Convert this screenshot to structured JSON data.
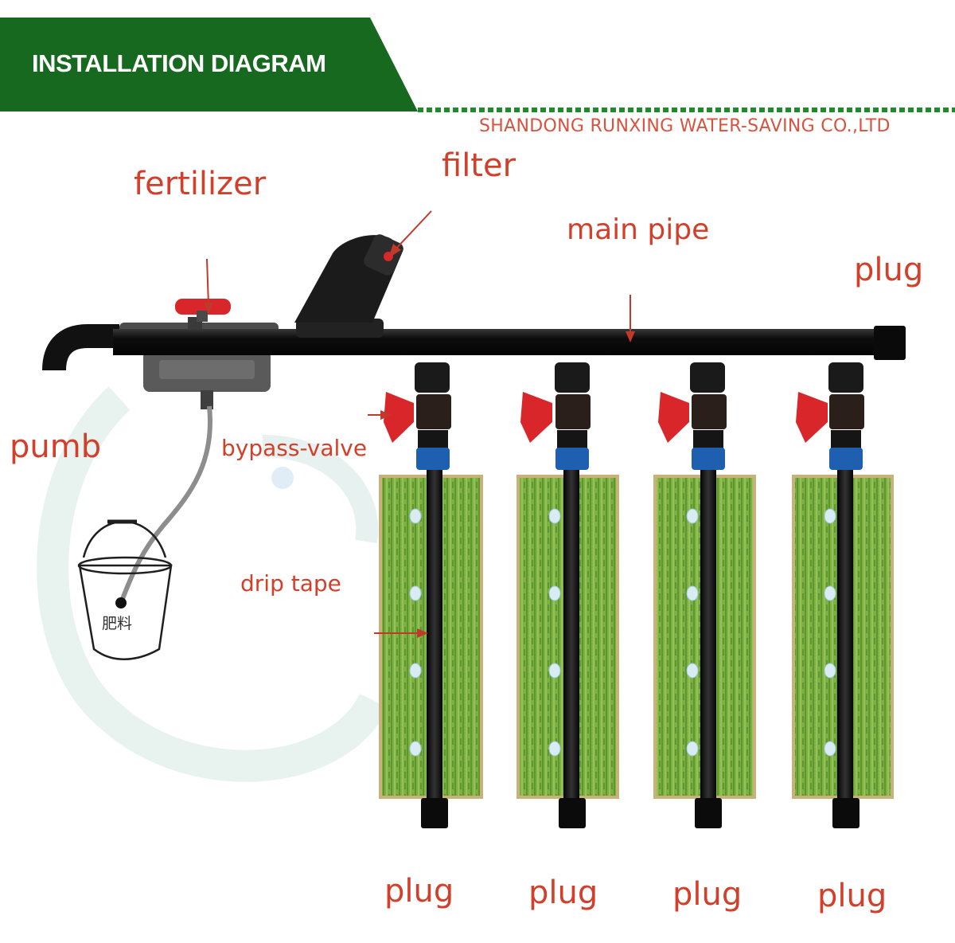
{
  "header": {
    "title": "INSTALLATION DIAGRAM",
    "company": "SHANDONG RUNXING WATER-SAVING CO.,LTD"
  },
  "labels": {
    "fertilizer": "fertilizer",
    "filter": "filter",
    "main_pipe": "main pipe",
    "plug_end": "plug",
    "pumb": "pumb",
    "bypass_valve": "bypass-valve",
    "drip_tape": "drip tape",
    "bucket": "肥料",
    "bottom_plugs": [
      "plug",
      "plug",
      "plug",
      "plug"
    ]
  },
  "colors": {
    "banner_green": "#17691f",
    "label_red": "#d2402b",
    "pipe_black": "#151515",
    "valve_red": "#d8262a",
    "connector_blue": "#1e5fb0",
    "grass_green": "#6fa83a"
  }
}
